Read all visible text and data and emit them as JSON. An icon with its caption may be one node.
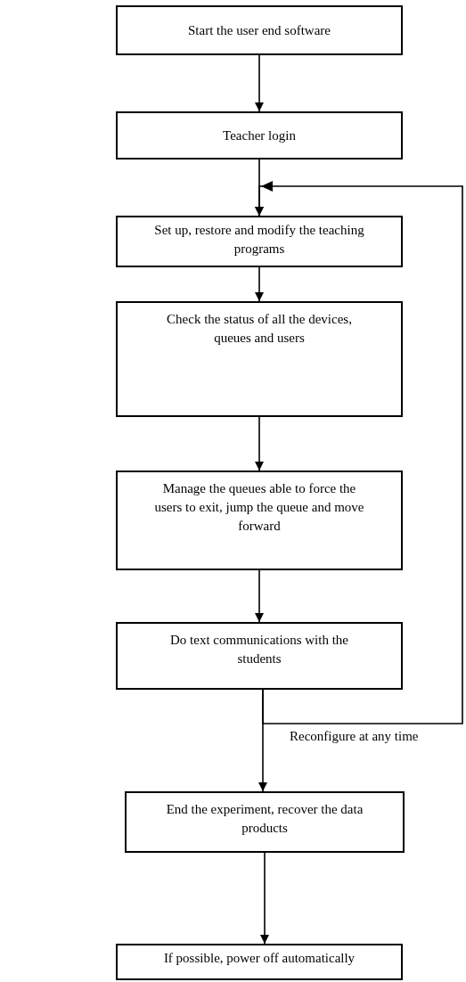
{
  "diagram": {
    "nodes": [
      {
        "text": [
          "Start the user end software"
        ]
      },
      {
        "text": [
          "Teacher login"
        ]
      },
      {
        "text": [
          "Set up, restore and modify the teaching programs"
        ]
      },
      {
        "text": [
          "Check the status of all the devices, queues and users"
        ]
      },
      {
        "text": [
          "Manage the queues able to force the users to exit, jump the queue and move forward"
        ]
      },
      {
        "text": [
          "Do text communications with the students"
        ]
      },
      {
        "text": [
          "End the experiment, recover the data products"
        ]
      },
      {
        "text": [
          "If possible, power off automatically"
        ]
      }
    ],
    "edges": [
      {
        "from": 0,
        "to": 1,
        "arrow": "to"
      },
      {
        "from": 1,
        "to": 2,
        "arrow": "to"
      },
      {
        "from": 2,
        "to": 3,
        "arrow": "to"
      },
      {
        "from": 3,
        "to": 4,
        "arrow": "to"
      },
      {
        "from": 4,
        "to": 5,
        "arrow": "to"
      },
      {
        "from": 5,
        "to": 6,
        "arrow": "to"
      },
      {
        "from": 6,
        "to": 7,
        "arrow": "to"
      },
      {
        "from": 5,
        "to": 2,
        "arrow": "to",
        "label": "Reconfigure at any time"
      }
    ]
  }
}
